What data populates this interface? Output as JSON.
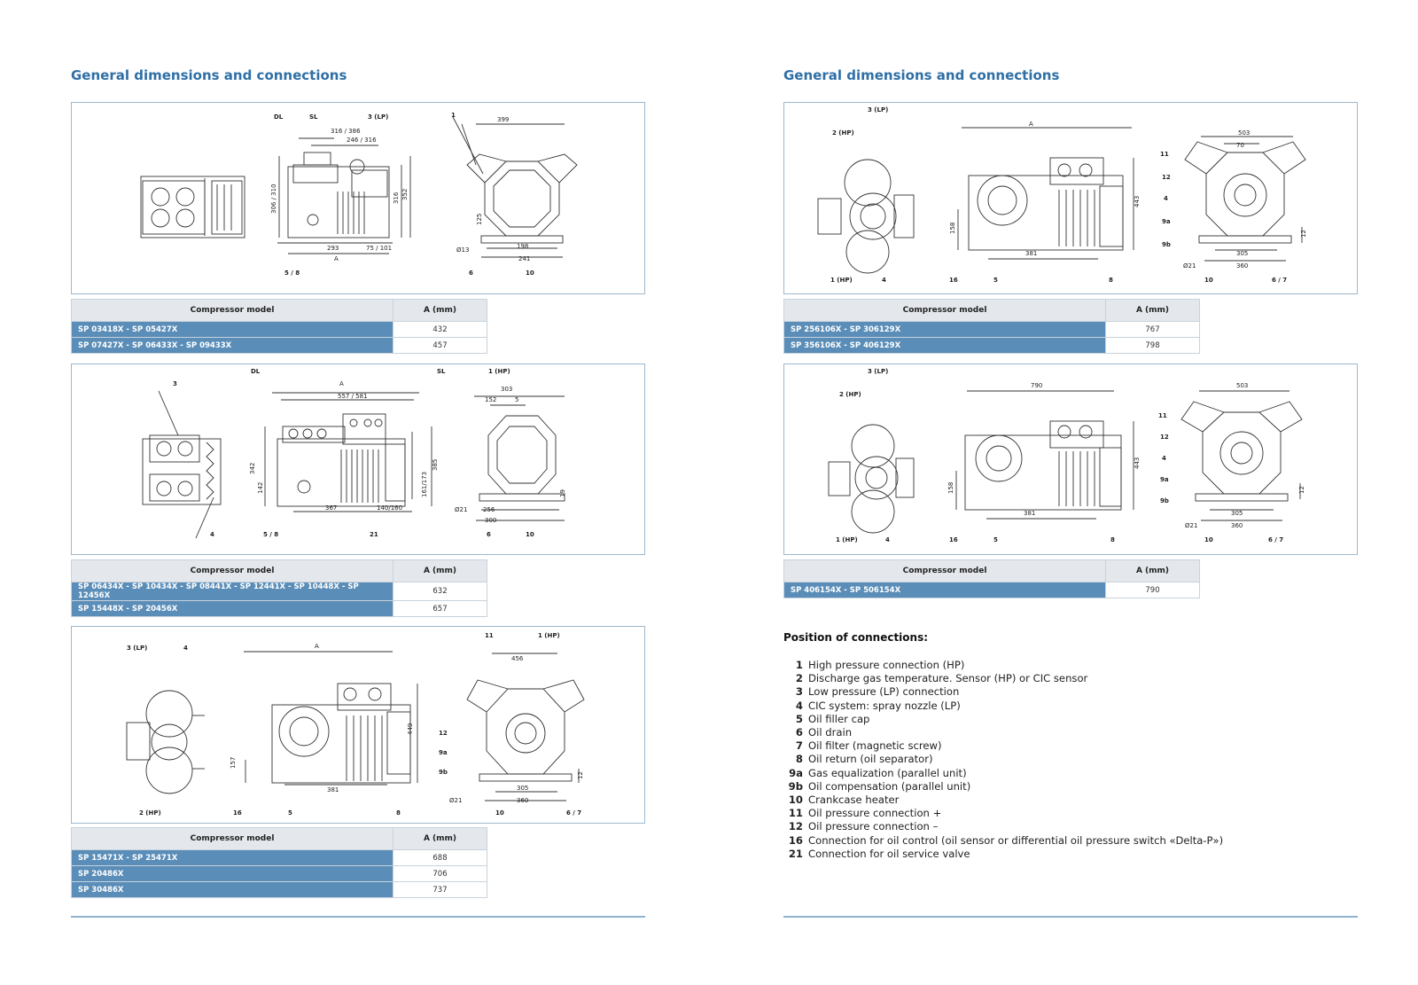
{
  "left": {
    "heading": "General dimensions and connections",
    "tables": [
      {
        "header": {
          "model": "Compressor model",
          "a": "A (mm)"
        },
        "rows": [
          {
            "model": "SP 03418X - SP 05427X",
            "a": "432"
          },
          {
            "model": "SP 07427X - SP 06433X - SP 09433X",
            "a": "457"
          }
        ]
      },
      {
        "header": {
          "model": "Compressor model",
          "a": "A (mm)"
        },
        "rows": [
          {
            "model": "SP 06434X - SP 10434X - SP 08441X - SP 12441X - SP 10448X - SP 12456X",
            "a": "632"
          },
          {
            "model": "SP 15448X - SP 20456X",
            "a": "657"
          }
        ]
      },
      {
        "header": {
          "model": "Compressor model",
          "a": "A (mm)"
        },
        "rows": [
          {
            "model": "SP 15471X - SP 25471X",
            "a": "688"
          },
          {
            "model": "SP 20486X",
            "a": "706"
          },
          {
            "model": "SP 30486X",
            "a": "737"
          }
        ]
      }
    ],
    "drawings": [
      {
        "labels": {
          "dl": "DL",
          "sl": "SL",
          "lp": "3 (LP)",
          "one": "1",
          "d1": "316 / 386",
          "d2": "246 / 316",
          "d3": "399",
          "d4": "306 / 310",
          "d5": "316",
          "d6": "352",
          "d7": "125",
          "d8": "293",
          "d9": "75 / 101",
          "a": "A",
          "d10": "Ø13",
          "d11": "198",
          "d12": "241",
          "d13": "5 / 8",
          "d14": "6",
          "d15": "10"
        }
      },
      {
        "labels": {
          "three": "3",
          "dl": "DL",
          "a": "A",
          "d1": "557 / 581",
          "sl": "SL",
          "hp": "1 (HP)",
          "d2": "303",
          "d3": "152",
          "d4": "5",
          "d5": "342",
          "d6": "142",
          "d7": "161/173",
          "d8": "385",
          "d9": "367",
          "d10": "140/160",
          "d11": "Ø21",
          "d12": "256",
          "d13": "300",
          "d14": "19",
          "four": "4",
          "d15": "5 / 8",
          "d16": "21",
          "six": "6",
          "ten": "10"
        }
      },
      {
        "labels": {
          "lp": "3 (LP)",
          "four": "4",
          "a": "A",
          "eleven": "11",
          "hp1": "1 (HP)",
          "d1": "456",
          "d2": "449",
          "twelve": "12",
          "n9a": "9a",
          "n9b": "9b",
          "d3": "157",
          "d4": "381",
          "d5": "Ø21",
          "d6": "305",
          "d7": "360",
          "d8": "12",
          "hp2": "2 (HP)",
          "sixteen": "16",
          "five": "5",
          "eight": "8",
          "ten": "10",
          "sixseven": "6 / 7"
        }
      }
    ]
  },
  "right": {
    "heading": "General dimensions and connections",
    "tables": [
      {
        "header": {
          "model": "Compressor model",
          "a": "A (mm)"
        },
        "rows": [
          {
            "model": "SP 256106X - SP 306129X",
            "a": "767"
          },
          {
            "model": "SP 356106X - SP 406129X",
            "a": "798"
          }
        ]
      },
      {
        "header": {
          "model": "Compressor model",
          "a": "A (mm)"
        },
        "rows": [
          {
            "model": "SP 406154X - SP 506154X",
            "a": "790"
          }
        ]
      }
    ],
    "drawings": [
      {
        "labels": {
          "lp": "3 (LP)",
          "hp2": "2 (HP)",
          "a": "A",
          "d1": "503",
          "d2": "70",
          "eleven": "11",
          "twelve": "12",
          "four": "4",
          "n9a": "9a",
          "n9b": "9b",
          "d3": "443",
          "d4": "158",
          "d5": "381",
          "d6": "305",
          "d7": "360",
          "d8": "Ø21",
          "d9": "12",
          "hp1": "1 (HP)",
          "four2": "4",
          "sixteen": "16",
          "five": "5",
          "eight": "8",
          "ten": "10",
          "sixseven": "6 / 7"
        }
      },
      {
        "labels": {
          "lp": "3 (LP)",
          "hp2": "2 (HP)",
          "d0": "790",
          "d1": "503",
          "eleven": "11",
          "twelve": "12",
          "four": "4",
          "n9a": "9a",
          "n9b": "9b",
          "d3": "443",
          "d4": "158",
          "d5": "381",
          "d6": "305",
          "d7": "360",
          "d8": "Ø21",
          "d9": "12",
          "hp1": "1 (HP)",
          "four2": "4",
          "sixteen": "16",
          "five": "5",
          "eight": "8",
          "ten": "10",
          "sixseven": "6 / 7"
        }
      }
    ],
    "legend": {
      "title": "Position of connections:",
      "items": [
        {
          "num": "1",
          "text": "High pressure connection (HP)"
        },
        {
          "num": "2",
          "text": "Discharge gas temperature. Sensor (HP) or CIC sensor"
        },
        {
          "num": "3",
          "text": "Low pressure (LP) connection"
        },
        {
          "num": "4",
          "text": "CIC system: spray nozzle (LP)"
        },
        {
          "num": "5",
          "text": "Oil filler cap"
        },
        {
          "num": "6",
          "text": "Oil drain"
        },
        {
          "num": "7",
          "text": "Oil filter (magnetic screw)"
        },
        {
          "num": "8",
          "text": "Oil return (oil separator)"
        },
        {
          "num": "9a",
          "text": "Gas equalization (parallel unit)"
        },
        {
          "num": "9b",
          "text": "Oil compensation (parallel unit)"
        },
        {
          "num": "10",
          "text": "Crankcase heater"
        },
        {
          "num": "11",
          "text": "Oil pressure connection +"
        },
        {
          "num": "12",
          "text": "Oil pressure connection –"
        },
        {
          "num": "16",
          "text": "Connection for oil control (oil sensor or differential oil pressure switch «Delta-P»)"
        },
        {
          "num": "21",
          "text": "Connection for oil service valve"
        }
      ]
    }
  }
}
